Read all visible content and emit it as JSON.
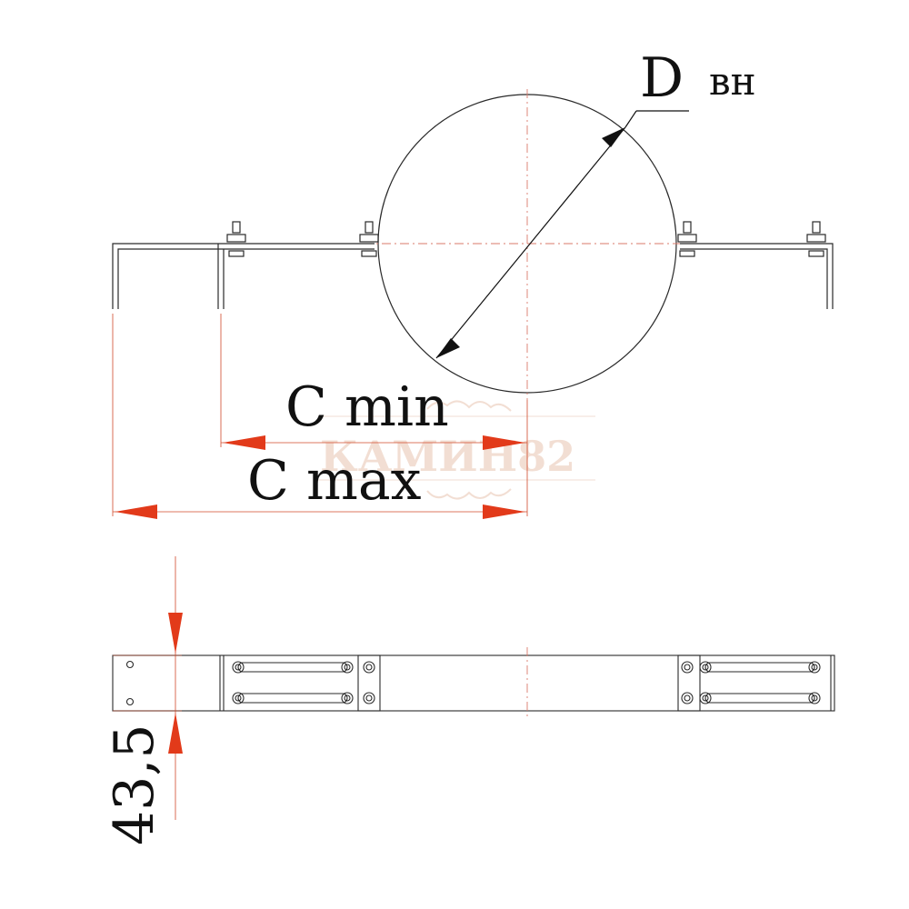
{
  "diagram": {
    "labels": {
      "diameter_main": "D",
      "diameter_sub": "вн",
      "c_min": "C min",
      "c_max": "C max",
      "height": "43,5"
    },
    "watermark": "КАМИН82",
    "colors": {
      "line": "#2a2a2a",
      "dimension_arrow": "#e23a1a",
      "dimension_line": "#d04a2a",
      "centerline": "#d97a6a",
      "watermark": "#e8c4b0"
    }
  }
}
